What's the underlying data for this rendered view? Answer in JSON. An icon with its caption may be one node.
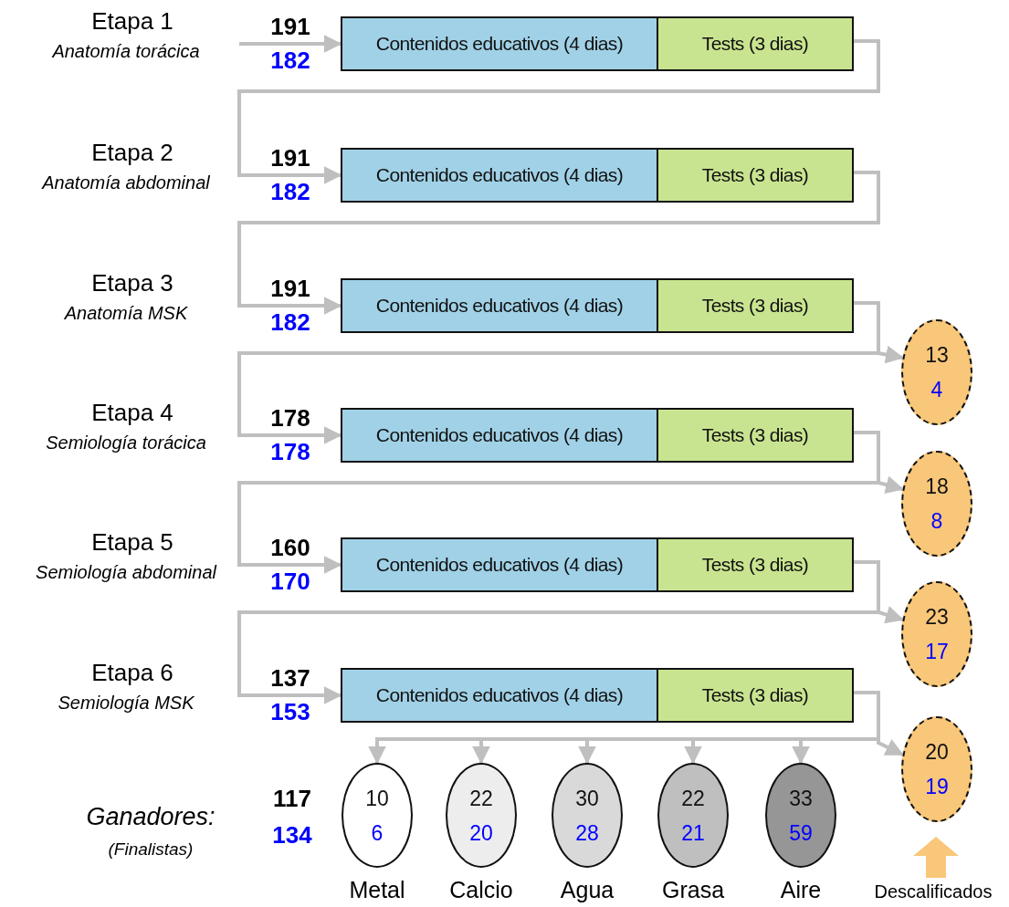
{
  "diagram": {
    "nodes": [
      {
        "text": [
          "Contenidos educativos (4 dias)"
        ],
        "beside": [
          "Etapa 1",
          "Anatomía torácica",
          "191",
          "182"
        ]
      },
      {
        "text": [
          "Tests (3 dias)"
        ]
      },
      {
        "text": [
          "Contenidos educativos (4 dias)"
        ],
        "beside": [
          "Etapa 2",
          "Anatomía abdominal",
          "191",
          "182"
        ]
      },
      {
        "text": [
          "Tests (3 dias)"
        ]
      },
      {
        "text": [
          "Contenidos educativos (4 dias)"
        ],
        "beside": [
          "Etapa 3",
          "Anatomía MSK",
          "191",
          "182"
        ]
      },
      {
        "text": [
          "Tests (3 dias)"
        ]
      },
      {
        "text": [
          "Contenidos educativos (4 dias)"
        ],
        "beside": [
          "Etapa 4",
          "Semiología torácica",
          "178",
          "178"
        ]
      },
      {
        "text": [
          "Tests (3 dias)"
        ]
      },
      {
        "text": [
          "Contenidos educativos (4 dias)"
        ],
        "beside": [
          "Etapa 5",
          "Semiología abdominal",
          "160",
          "170"
        ]
      },
      {
        "text": [
          "Tests (3 dias)"
        ]
      },
      {
        "text": [
          "Contenidos educativos (4 dias)"
        ],
        "beside": [
          "Etapa 6",
          "Semiología MSK",
          "137",
          "153"
        ]
      },
      {
        "text": [
          "Tests (3 dias)"
        ]
      },
      {
        "text": [
          "13",
          "4"
        ]
      },
      {
        "text": [
          "18",
          "8"
        ]
      },
      {
        "text": [
          "23",
          "17"
        ]
      },
      {
        "text": [
          "20",
          "19"
        ]
      },
      {
        "text": [
          "10",
          "6"
        ],
        "beside": [
          "Metal"
        ]
      },
      {
        "text": [
          "22",
          "20"
        ],
        "beside": [
          "Calcio"
        ]
      },
      {
        "text": [
          "30",
          "28"
        ],
        "beside": [
          "Agua"
        ]
      },
      {
        "text": [
          "22",
          "21"
        ],
        "beside": [
          "Grasa"
        ]
      },
      {
        "text": [
          "33",
          "59"
        ],
        "beside": [
          "Aire"
        ]
      }
    ],
    "edges": [
      {
        "from": null,
        "to": 0,
        "arrow": "to"
      },
      {
        "from": 1,
        "to": 2,
        "arrow": "to"
      },
      {
        "from": 3,
        "to": 4,
        "arrow": "to"
      },
      {
        "from": 5,
        "to": 6,
        "arrow": "to"
      },
      {
        "from": 7,
        "to": 8,
        "arrow": "to"
      },
      {
        "from": 9,
        "to": 10,
        "arrow": "to"
      },
      {
        "from": 5,
        "to": 12,
        "arrow": "to"
      },
      {
        "from": 7,
        "to": 13,
        "arrow": "to"
      },
      {
        "from": 9,
        "to": 14,
        "arrow": "to"
      },
      {
        "from": 11,
        "to": 15,
        "arrow": "to"
      },
      {
        "from": 11,
        "to": 16,
        "arrow": "to"
      },
      {
        "from": 11,
        "to": 17,
        "arrow": "to"
      },
      {
        "from": 11,
        "to": 18,
        "arrow": "to"
      },
      {
        "from": 11,
        "to": 19,
        "arrow": "to"
      },
      {
        "from": 11,
        "to": 20,
        "arrow": "to"
      }
    ],
    "labels": [
      "Ganadores:",
      "(Finalistas)",
      "117",
      "134",
      "Descalificados"
    ]
  }
}
